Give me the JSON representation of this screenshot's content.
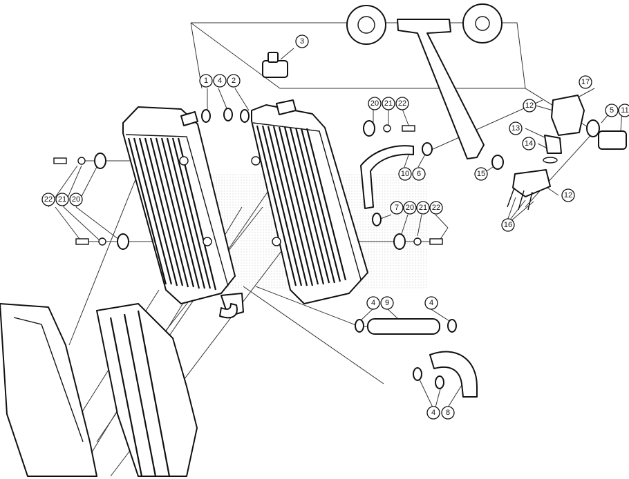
{
  "callouts": [
    {
      "id": "c1",
      "text": "1"
    },
    {
      "id": "c2",
      "text": "2"
    },
    {
      "id": "c3",
      "text": "3"
    },
    {
      "id": "c4a",
      "text": "4"
    },
    {
      "id": "c4b",
      "text": "4"
    },
    {
      "id": "c4c",
      "text": "4"
    },
    {
      "id": "c4d",
      "text": "4"
    },
    {
      "id": "c5",
      "text": "5"
    },
    {
      "id": "c6",
      "text": "6"
    },
    {
      "id": "c7",
      "text": "7"
    },
    {
      "id": "c8",
      "text": "8"
    },
    {
      "id": "c9",
      "text": "9"
    },
    {
      "id": "c10",
      "text": "10"
    },
    {
      "id": "c11",
      "text": "11"
    },
    {
      "id": "c12a",
      "text": "12"
    },
    {
      "id": "c12b",
      "text": "12"
    },
    {
      "id": "c13",
      "text": "13"
    },
    {
      "id": "c14",
      "text": "14"
    },
    {
      "id": "c15",
      "text": "15"
    },
    {
      "id": "c16",
      "text": "16"
    },
    {
      "id": "c17",
      "text": "17"
    },
    {
      "id": "c20a",
      "text": "20"
    },
    {
      "id": "c20b",
      "text": "20"
    },
    {
      "id": "c20c",
      "text": "20"
    },
    {
      "id": "c21a",
      "text": "21"
    },
    {
      "id": "c21b",
      "text": "21"
    },
    {
      "id": "c21c",
      "text": "21"
    },
    {
      "id": "c22a",
      "text": "22"
    },
    {
      "id": "c22b",
      "text": "22"
    },
    {
      "id": "c22c",
      "text": "22"
    }
  ],
  "colors": {
    "line": "#111111",
    "background": "#ffffff",
    "watermark": "#bdbdbd"
  }
}
